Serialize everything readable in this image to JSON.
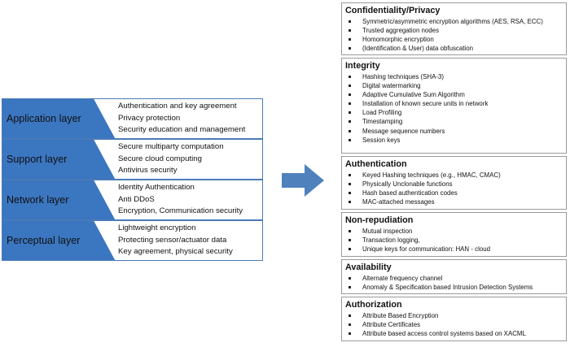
{
  "layers": [
    {
      "name": "Application layer",
      "items": [
        "Authentication and key agreement",
        "Privacy protection",
        "Security education and management"
      ]
    },
    {
      "name": "Support layer",
      "items": [
        "Secure multiparty computation",
        "Secure cloud computing",
        "Antivirus security"
      ]
    },
    {
      "name": "Network layer",
      "items": [
        "Identity Authentication",
        "Anti DDoS",
        "Encryption,  Communication security"
      ]
    },
    {
      "name": "Perceptual layer",
      "items": [
        "Lightweight encryption",
        "Protecting sensor/actuator data",
        "Key agreement, physical security"
      ]
    }
  ],
  "panels": [
    {
      "title": "Confidentiality/Privacy",
      "items": [
        "Symmetric/asymmetric encryption algorithms (AES, RSA, ECC)",
        "Trusted aggregation nodes",
        "Homomorphic encryption",
        "(Identification & User) data obfuscation"
      ]
    },
    {
      "title": "Integrity",
      "items": [
        "Hashing techniques (SHA-3)",
        "Digital watermarking",
        "Adaptive Cumulative Sum Algorithm",
        "Installation of known secure units in network",
        "Load Profiling",
        "Timestamping",
        "Message sequence numbers",
        "Session keys"
      ]
    },
    {
      "title": "Authentication",
      "items": [
        "Keyed Hashing techniques (e.g., HMAC, CMAC)",
        "Physically Unclonable functions",
        "Hash based authentication codes",
        "MAC-attached messages"
      ]
    },
    {
      "title": "Non-repudiation",
      "items": [
        "Mutual inspection",
        "Transaction logging,",
        "Unique keys for communication: HAN - cloud"
      ]
    },
    {
      "title": "Availability",
      "items": [
        "Alternate frequency channel",
        "Anomaly & Specification based Intrusion Detection Systems"
      ]
    },
    {
      "title": "Authorization",
      "items": [
        "Attribute Based Encryption",
        "Attribute Certificates",
        "Attribute based access control systems based on XACML"
      ]
    }
  ],
  "colors": {
    "layer_tab": "#3b76c0",
    "layer_border": "#4a7ab8",
    "arrow": "#4f81bd",
    "panel_border": "#9a9a9a"
  }
}
